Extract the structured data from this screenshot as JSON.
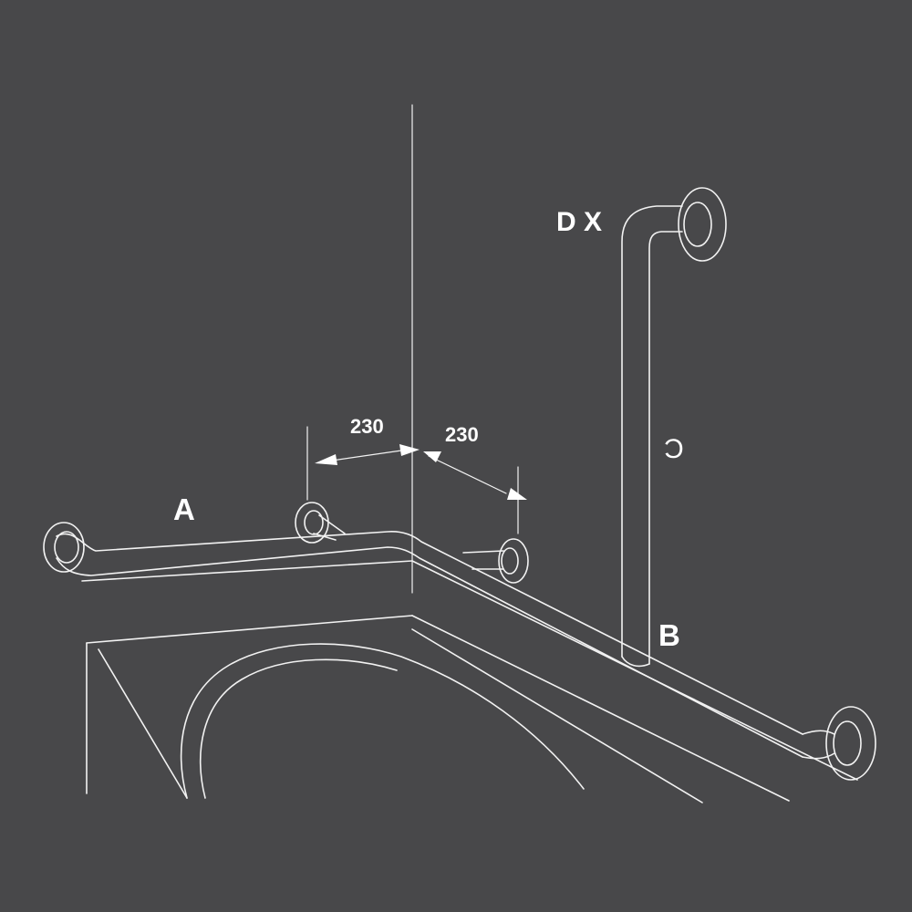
{
  "labels": {
    "bar_a": "A",
    "bar_b": "B",
    "orientation": "D X",
    "dim_left": "230",
    "dim_right": "230",
    "symbol": "Ͻ"
  },
  "colors": {
    "background": "#48484a",
    "line": "#f2f2f2",
    "text": "#ffffff"
  }
}
